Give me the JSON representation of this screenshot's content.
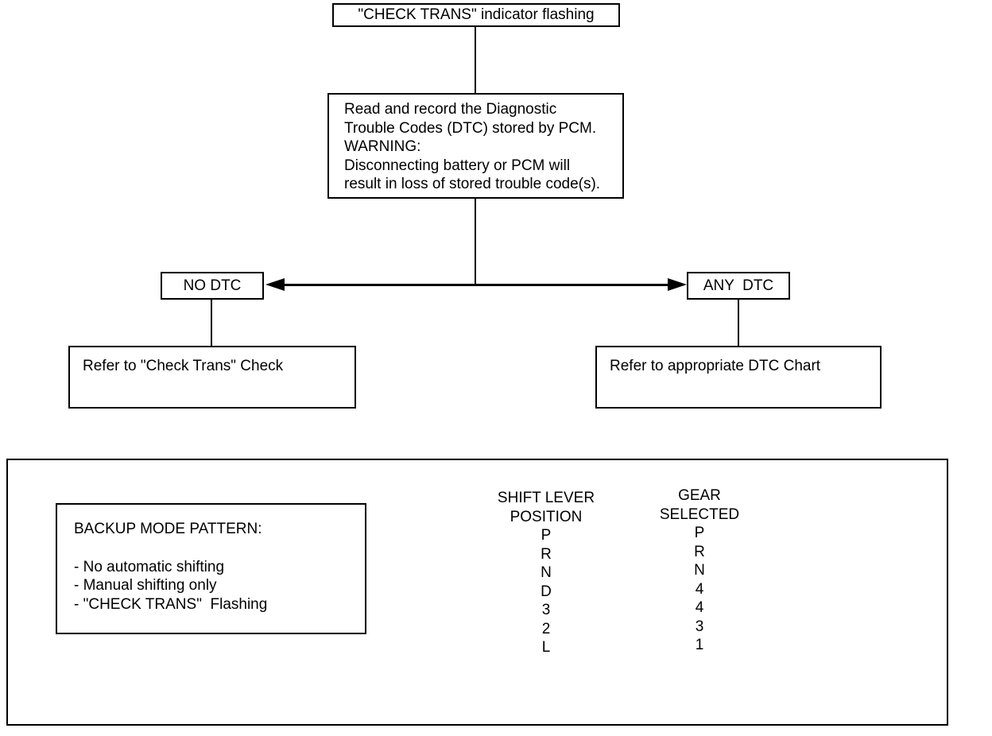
{
  "flowchart": {
    "start_label": "\"CHECK TRANS\" indicator flashing",
    "read_codes": {
      "lines": [
        "Read and record the Diagnostic",
        "Trouble Codes (DTC) stored by PCM.",
        "WARNING:",
        "Disconnecting battery or PCM will",
        "result in loss of stored trouble code(s)."
      ]
    },
    "no_dtc_label": "NO DTC",
    "any_dtc_label": "ANY  DTC",
    "refer_check_trans_label": "Refer to \"Check Trans\" Check",
    "refer_dtc_chart_label": "Refer to appropriate DTC Chart"
  },
  "backup_mode": {
    "title": "BACKUP MODE PATTERN:",
    "items": [
      "- No automatic shifting",
      "- Manual shifting only",
      "- \"CHECK TRANS\"  Flashing"
    ]
  },
  "gear_table": {
    "shift_lever": {
      "header_line1": "SHIFT LEVER",
      "header_line2": "POSITION",
      "values": [
        "P",
        "R",
        "N",
        "D",
        "3",
        "2",
        "L"
      ]
    },
    "gear_selected": {
      "header_line1": "GEAR",
      "header_line2": "SELECTED",
      "values": [
        "P",
        "R",
        "N",
        "4",
        "4",
        "3",
        "1"
      ]
    }
  },
  "colors": {
    "line": "#000000",
    "background": "#ffffff"
  }
}
